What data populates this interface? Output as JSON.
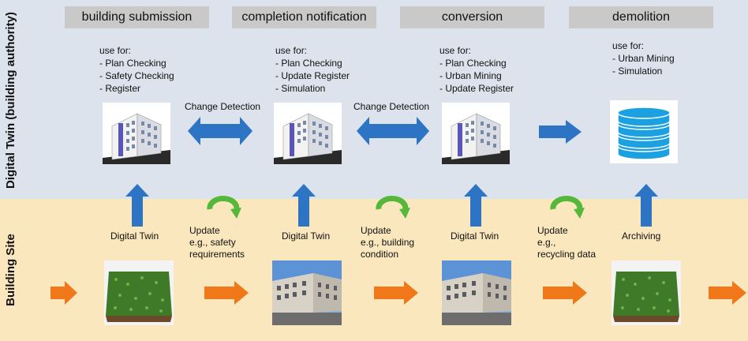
{
  "side_labels": {
    "top": "Digital Twin (building authority)",
    "bottom": "Building Site"
  },
  "phases": [
    {
      "title": "building submission",
      "uses_title": "use for:",
      "uses": [
        "- Plan Checking",
        "- Safety Checking",
        "- Register"
      ]
    },
    {
      "title": "completion notification",
      "uses_title": "use for:",
      "uses": [
        "- Plan Checking",
        "- Update Register",
        "- Simulation"
      ]
    },
    {
      "title": "conversion",
      "uses_title": "use for:",
      "uses": [
        "- Plan Checking",
        "- Urban Mining",
        "- Update Register"
      ]
    },
    {
      "title": "demolition",
      "uses_title": "use for:",
      "uses": [
        "- Urban Mining",
        "- Simulation"
      ]
    }
  ],
  "change_detection": [
    "Change Detection",
    "Change Detection"
  ],
  "upward_labels": [
    "Digital Twin",
    "Digital Twin",
    "Digital Twin",
    "Archiving"
  ],
  "updates": [
    {
      "line1": "Update",
      "line2": "e.g., safety",
      "line3": "requirements"
    },
    {
      "line1": "Update",
      "line2": "e.g., building",
      "line3": "condition"
    },
    {
      "line1": "Update",
      "line2": "e.g.,",
      "line3": "recycling data"
    }
  ],
  "colors": {
    "top_band": "#dce3ec",
    "bottom_band": "#fbe7bd",
    "phase_box": "#c9c9c9",
    "blue_arrow": "#2e74c4",
    "orange_arrow": "#f07818",
    "green_cycle": "#55b83a"
  }
}
